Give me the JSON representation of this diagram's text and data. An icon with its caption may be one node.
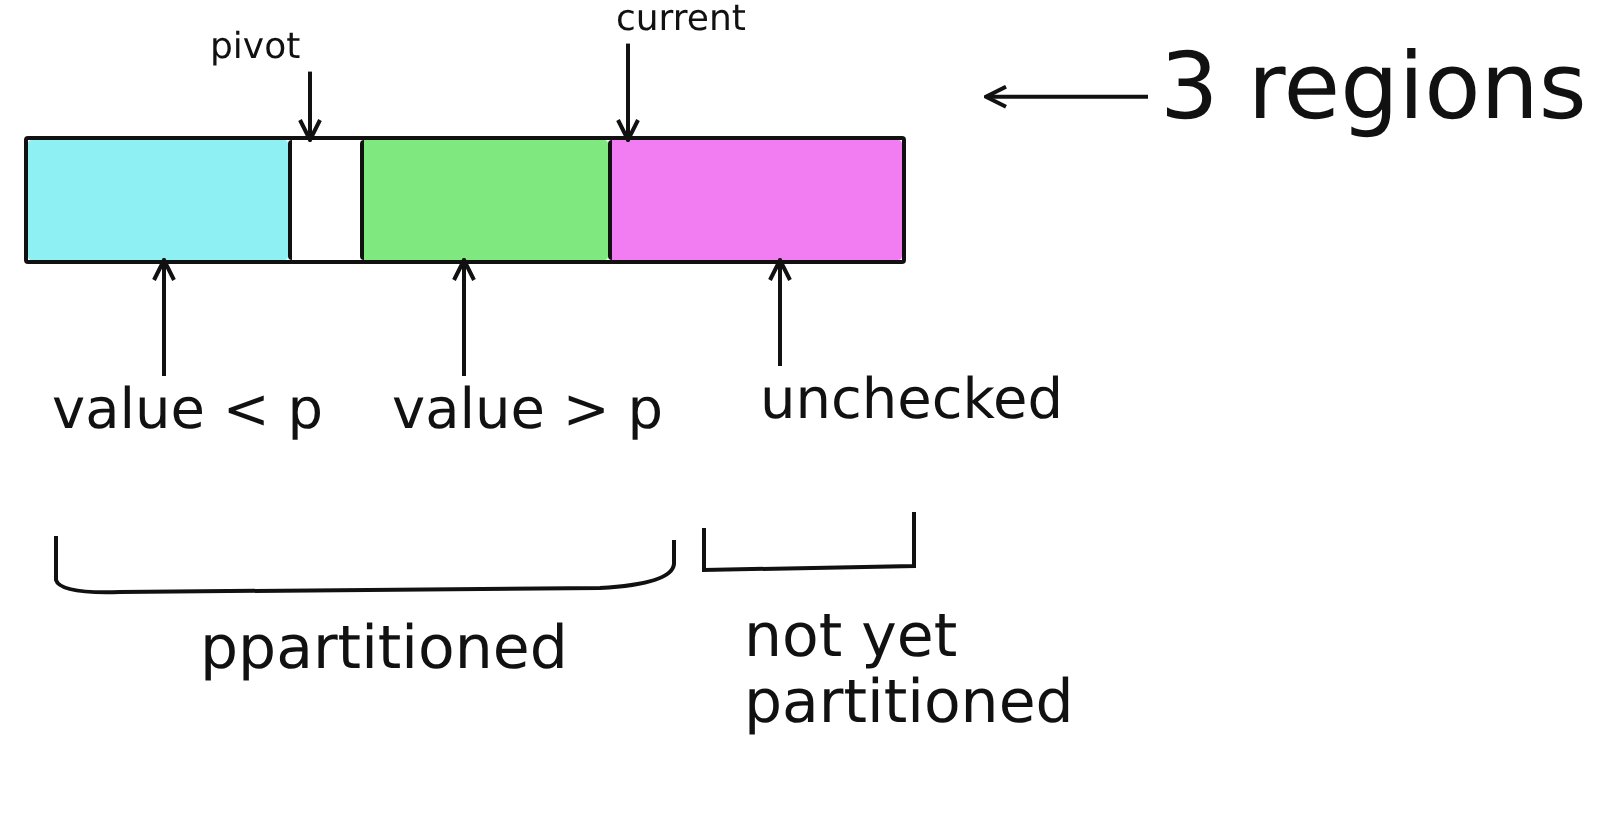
{
  "diagram": {
    "nodes": [
      {
        "text": [],
        "shape": "box"
      },
      {
        "text": [],
        "shape": "box",
        "in": 0
      },
      {
        "text": [],
        "shape": "box",
        "in": 0
      },
      {
        "text": [],
        "shape": "box",
        "in": 0
      },
      {
        "text": [],
        "shape": "box",
        "in": 0
      },
      {
        "text": [
          "pivot"
        ]
      },
      {
        "text": [
          "current"
        ]
      },
      {
        "text": [
          "value < p"
        ]
      },
      {
        "text": [
          "value > p"
        ]
      },
      {
        "text": [
          "unchecked"
        ]
      },
      {
        "text": [
          "3 regions"
        ]
      }
    ],
    "edges": [
      {
        "from": 5,
        "to": 2,
        "arrow": "to"
      },
      {
        "from": 6,
        "to": 4,
        "arrow": "to"
      },
      {
        "from": 7,
        "to": 1,
        "arrow": "to"
      },
      {
        "from": 8,
        "to": 3,
        "arrow": "to"
      },
      {
        "from": 9,
        "to": 4,
        "arrow": "to"
      },
      {
        "from": 10,
        "to": 0,
        "arrow": "to"
      }
    ],
    "labels": [
      "ppartitioned",
      "not yet partitioned"
    ]
  }
}
